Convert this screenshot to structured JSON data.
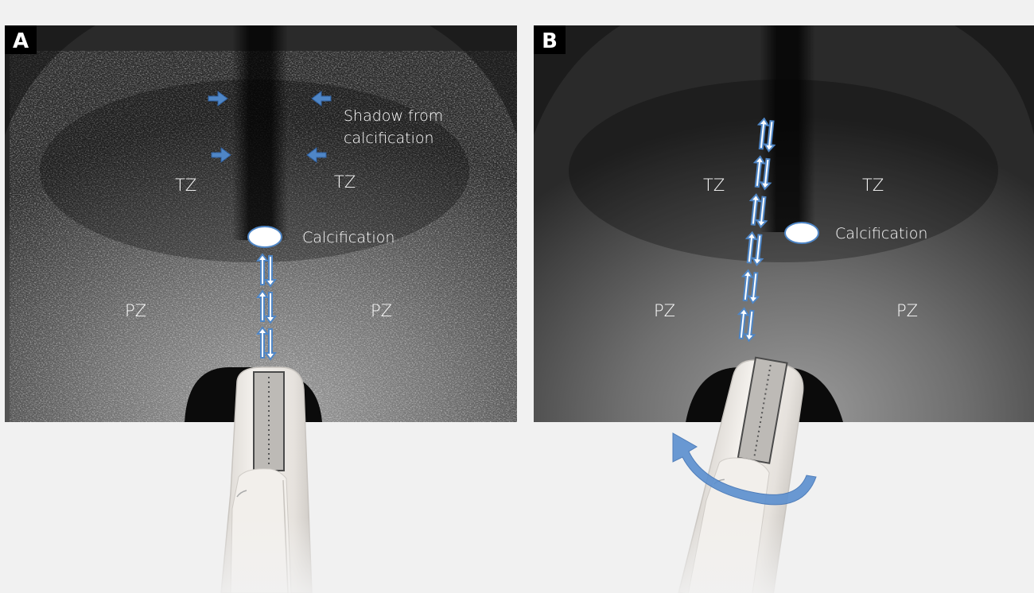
{
  "panels": [
    {
      "letter": "A",
      "labels": {
        "shadow_line1": "Shadow from",
        "shadow_line2": "calcification",
        "tz_left": "TZ",
        "tz_right": "TZ",
        "calcification": "Calcification",
        "pz_left": "PZ",
        "pz_right": "PZ"
      }
    },
    {
      "letter": "B",
      "labels": {
        "tz_left": "TZ",
        "tz_right": "TZ",
        "calcification": "Calcification",
        "pz_left": "PZ",
        "pz_right": "PZ"
      }
    }
  ],
  "colors": {
    "background": "#f1f1f1",
    "arrow_blue": "#4f86c6",
    "arrow_outline": "#2f5f9e",
    "label_bg": "#000000",
    "text": "#ffffff",
    "probe_body": "#ebe7e2",
    "probe_window": "#bdbab6"
  },
  "icons": {
    "shadow_arrow": "small-right-left-arrow",
    "beam_arrow": "double-up-down-arrow",
    "rotation_arrow": "curved-arrow"
  }
}
